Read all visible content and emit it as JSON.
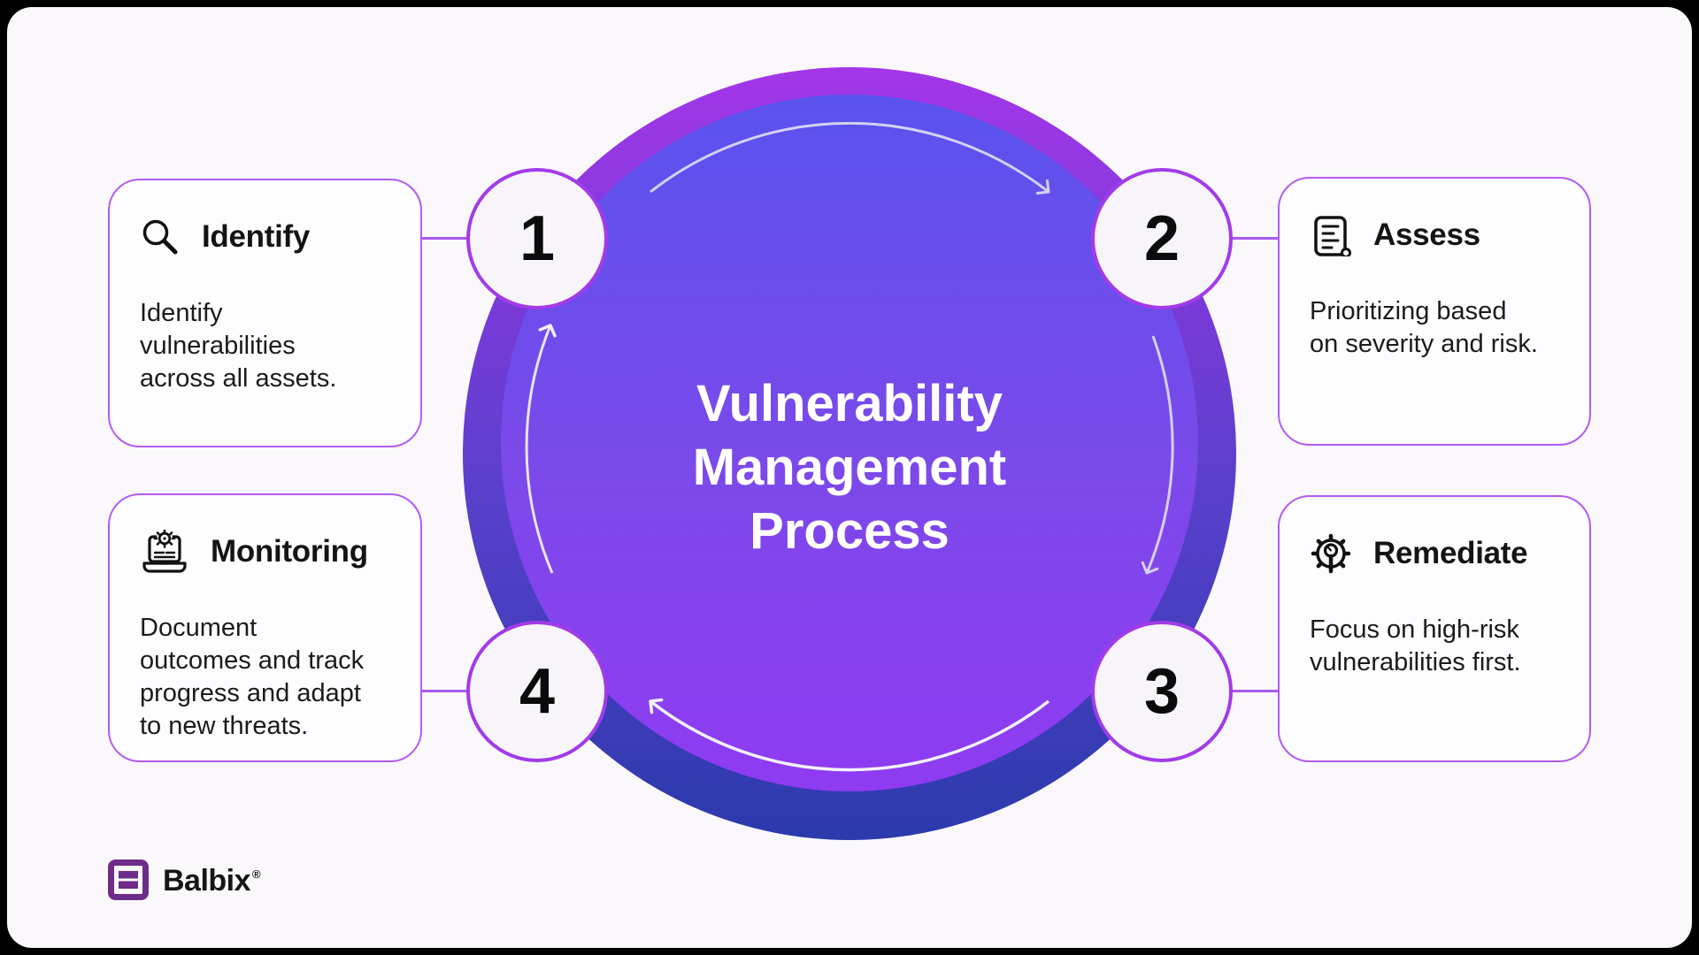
{
  "title": {
    "lines": [
      "Vulnerability",
      "Management",
      "Process"
    ]
  },
  "steps": [
    {
      "number": "1",
      "name": "Identify",
      "icon": "magnifier-icon",
      "description": "Identify\nvulnerabilities\nacross all assets."
    },
    {
      "number": "2",
      "name": "Assess",
      "icon": "document-scroll-icon",
      "description": "Prioritizing based\non severity and risk."
    },
    {
      "number": "3",
      "name": "Remediate",
      "icon": "gear-tool-icon",
      "description": "Focus on high-risk\nvulnerabilities first."
    },
    {
      "number": "4",
      "name": "Monitoring",
      "icon": "laptop-gear-icon",
      "description": "Document\noutcomes and track\nprogress and adapt\nto new threats."
    }
  ],
  "logo": {
    "text": "Balbix",
    "registered": "®"
  },
  "colors": {
    "panel_background": "#FAF8FA",
    "ring_gradient_top": "#A336E9",
    "ring_gradient_bottom": "#2B3AAC",
    "inner_gradient_top": "#5A52EE",
    "inner_gradient_bottom": "#8F3BF2",
    "card_border": "#B35BF2",
    "step_circle_border": "#A23BE8",
    "step_circle_fill": "#F7F5F9",
    "connector": "#A85AF0",
    "arrow_light": "#D5D0F3",
    "arrow_white": "#F3F1FC",
    "title_text": "#FFFFFF",
    "body_text": "#1B1B1B",
    "logo_purple": "#6D2C87"
  }
}
